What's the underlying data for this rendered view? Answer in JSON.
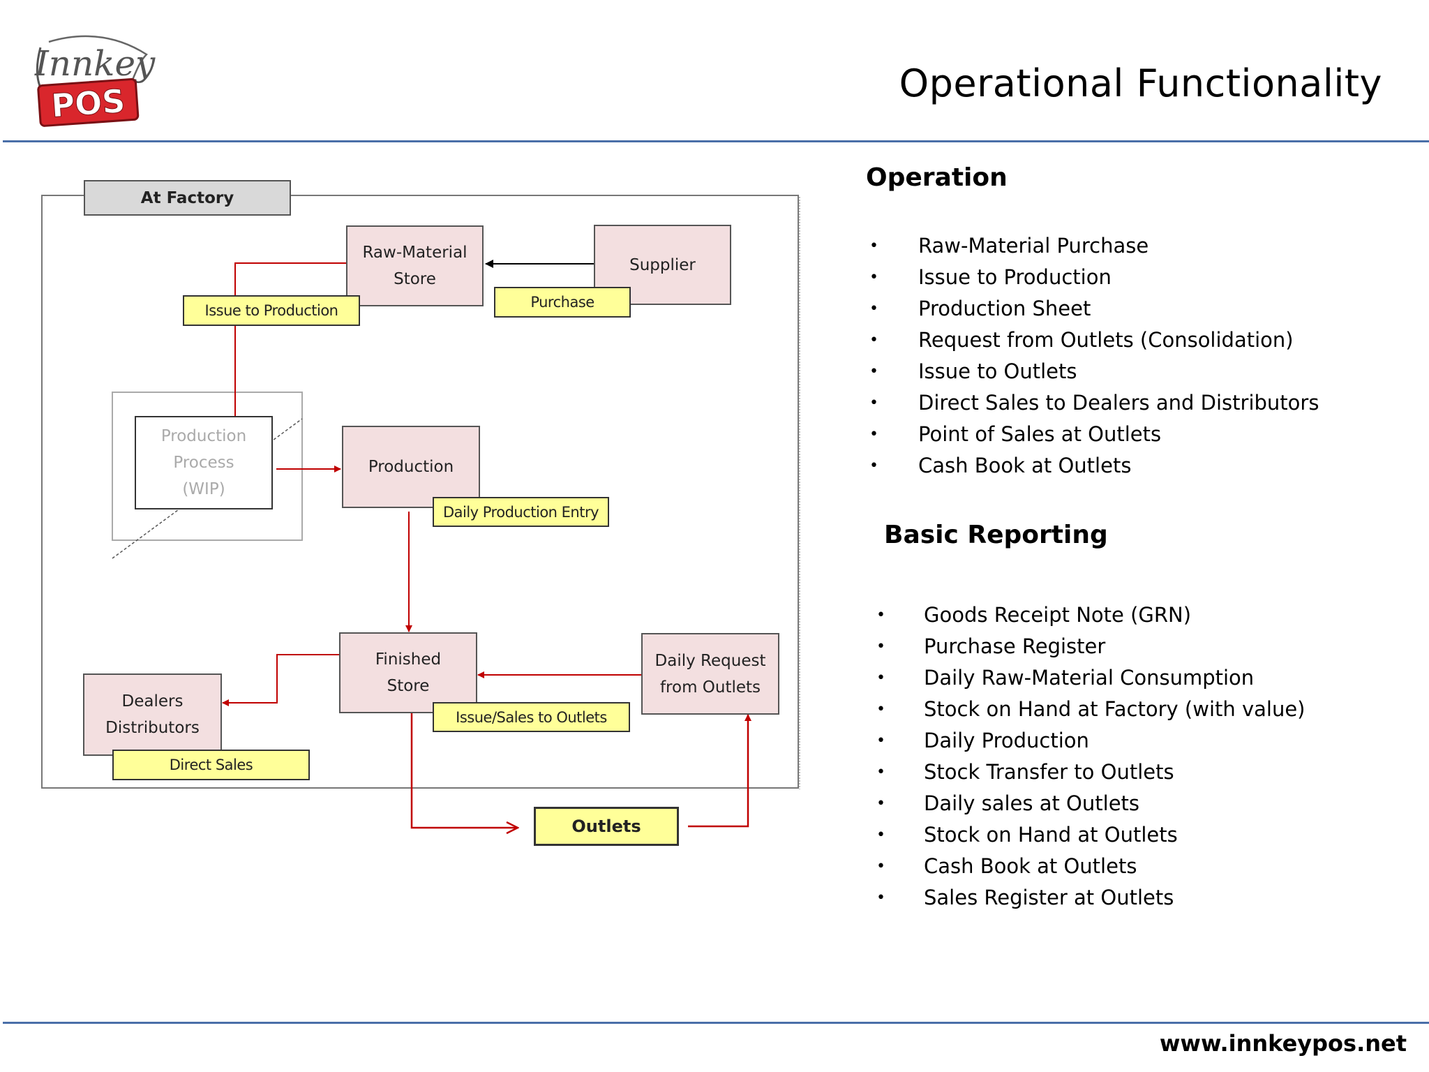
{
  "header": {
    "logo_script": "Innkey",
    "logo_badge": "POS",
    "title": "Operational Functionality"
  },
  "footer": {
    "url": "www.innkeypos.net"
  },
  "diagram": {
    "frame_label": "At Factory",
    "nodes": {
      "raw_material_store": "Raw-Material\nStore",
      "supplier": "Supplier",
      "purchase": "Purchase",
      "issue_to_production": "Issue to Production",
      "production_process": "Production\nProcess\n(WIP)",
      "production": "Production",
      "daily_production_entry": "Daily Production Entry",
      "finished_store": "Finished\nStore",
      "daily_request": "Daily Request\nfrom Outlets",
      "issue_sales_outlets": "Issue/Sales to Outlets",
      "dealers_distributors": "Dealers\nDistributors",
      "direct_sales": "Direct Sales",
      "outlets": "Outlets"
    },
    "colors": {
      "arrow": "#c00000",
      "black_arrow": "#000000",
      "pink_fill": "#f3dfe0",
      "yellow_fill": "#ffff99",
      "grey_fill": "#d9d9d9"
    }
  },
  "operation": {
    "title": "Operation",
    "items": [
      "Raw-Material Purchase",
      "Issue to Production",
      "Production Sheet",
      "Request from Outlets (Consolidation)",
      "Issue to Outlets",
      "Direct Sales to Dealers and Distributors",
      "Point of Sales at Outlets",
      "Cash Book at Outlets"
    ]
  },
  "reporting": {
    "title": "Basic Reporting",
    "items": [
      "Goods Receipt Note (GRN)",
      "Purchase Register",
      "Daily Raw-Material Consumption",
      "Stock on Hand at Factory (with value)",
      "Daily Production",
      "Stock Transfer to Outlets",
      "Daily sales at Outlets",
      "Stock on Hand at Outlets",
      "Cash Book at Outlets",
      "Sales Register at Outlets"
    ]
  }
}
